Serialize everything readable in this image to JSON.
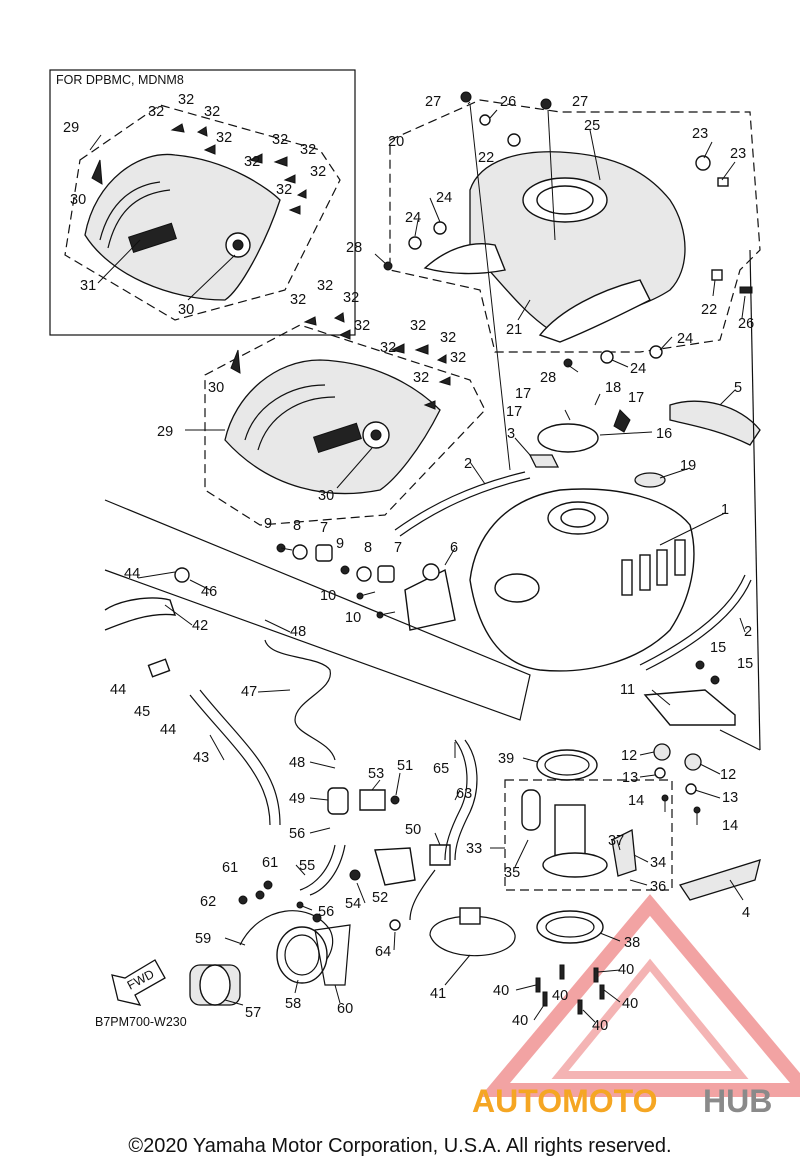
{
  "inset_note": "FOR DPBMC, MDNM8",
  "drawing_code": "B7PM700-W230",
  "fwd_label": "FWD",
  "copyright": "©2020 Yamaha Motor Corporation, U.S.A. All rights reserved.",
  "watermark": {
    "part1": "AUTOMOTO",
    "part2": "HUB",
    "color1": "#f5a623",
    "color2": "#8a8a8a",
    "logo_color": "#e23b3b"
  },
  "callouts": {
    "c27a": "27",
    "c26a": "26",
    "c27b": "27",
    "c25": "25",
    "c20": "20",
    "c22a": "22",
    "c23a": "23",
    "c23b": "23",
    "c24a": "24",
    "c24b": "24",
    "c28a": "28",
    "c22b": "22",
    "c26b": "26",
    "c21": "21",
    "c24c": "24",
    "c24d": "24",
    "c28b": "28",
    "c29a": "29",
    "c32a": "32",
    "c32b": "32",
    "c32c": "32",
    "c32d": "32",
    "c32e": "32",
    "c32f": "32",
    "c32g": "32",
    "c32h": "32",
    "c32i": "32",
    "c30a": "30",
    "c31": "31",
    "c30b": "30",
    "c29b": "29",
    "c32j": "32",
    "c32k": "32",
    "c32l": "32",
    "c32m": "32",
    "c32n": "32",
    "c32o": "32",
    "c32p": "32",
    "c32q": "32",
    "c32r": "32",
    "c30c": "30",
    "c30d": "30",
    "c17a": "17",
    "c18": "18",
    "c17b": "17",
    "c17c": "17",
    "c16": "16",
    "c5": "5",
    "c3": "3",
    "c19": "19",
    "c2a": "2",
    "c1": "1",
    "c2b": "2",
    "c9a": "9",
    "c8a": "8",
    "c7a": "7",
    "c9b": "9",
    "c8b": "8",
    "c7b": "7",
    "c6": "6",
    "c10a": "10",
    "c10b": "10",
    "c44a": "44",
    "c46": "46",
    "c42": "42",
    "c48a": "48",
    "c47": "47",
    "c44b": "44",
    "c45": "45",
    "c44c": "44",
    "c43": "43",
    "c15a": "15",
    "c15b": "15",
    "c11": "11",
    "c12a": "12",
    "c12b": "12",
    "c13a": "13",
    "c13b": "13",
    "c14a": "14",
    "c14b": "14",
    "c39": "39",
    "c65": "65",
    "c48b": "48",
    "c53": "53",
    "c51": "51",
    "c49": "49",
    "c63": "63",
    "c56a": "56",
    "c50": "50",
    "c33": "33",
    "c35": "35",
    "c37": "37",
    "c34": "34",
    "c36": "36",
    "c4": "4",
    "c61a": "61",
    "c61b": "61",
    "c62": "62",
    "c55": "55",
    "c52": "52",
    "c54": "54",
    "c56b": "56",
    "c59": "59",
    "c64": "64",
    "c57": "57",
    "c58": "58",
    "c60": "60",
    "c41": "41",
    "c38": "38",
    "c40a": "40",
    "c40b": "40",
    "c40c": "40",
    "c40d": "40",
    "c40e": "40",
    "c40f": "40"
  }
}
